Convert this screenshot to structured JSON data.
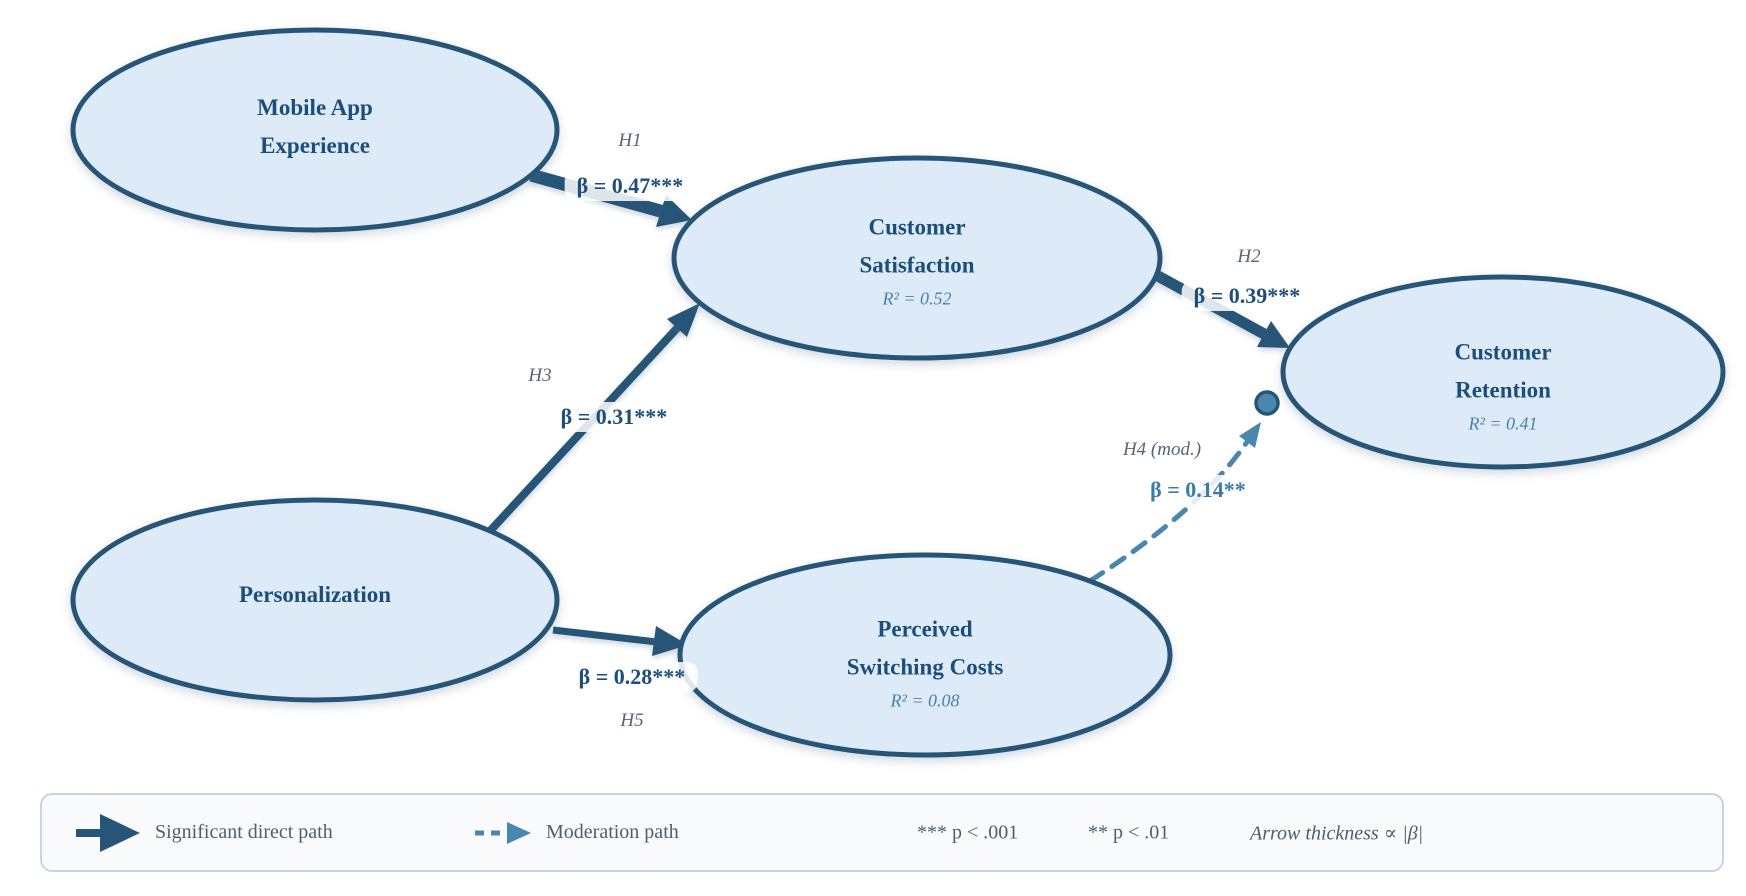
{
  "nodes": {
    "mobile_app": {
      "title1": "Mobile App",
      "title2": "Experience"
    },
    "satisfaction": {
      "title1": "Customer",
      "title2": "Satisfaction",
      "r2": "R² = 0.52"
    },
    "retention": {
      "title1": "Customer",
      "title2": "Retention",
      "r2": "R² = 0.41"
    },
    "personalization": {
      "title1": "Personalization"
    },
    "switching": {
      "title1": "Perceived",
      "title2": "Switching Costs",
      "r2": "R² = 0.08"
    }
  },
  "paths": {
    "h1": {
      "label": "H1",
      "beta": "β = 0.47***"
    },
    "h2": {
      "label": "H2",
      "beta": "β = 0.39***"
    },
    "h3": {
      "label": "H3",
      "beta": "β = 0.31***"
    },
    "h4": {
      "label": "H4 (mod.)",
      "beta": "β = 0.14**"
    },
    "h5": {
      "label": "H5",
      "beta": "β = 0.28***"
    }
  },
  "legend": {
    "direct_label": "Significant direct path",
    "moderation_label": "Moderation path",
    "sig_001": "*** p < .001",
    "sig_01": "** p < .01",
    "thickness_note": "Arrow thickness ∝ |β|"
  },
  "colors": {
    "node_fill": "#ddebf8",
    "node_stroke": "#275578",
    "direct_path": "#275578",
    "moderation_path": "#4a87ad",
    "title_text": "#1d4e79",
    "r2_text": "#4a80a8",
    "hypothesis_text": "#566676",
    "moderation_text": "#3a7ca8",
    "legend_text": "#4c5f6e"
  }
}
